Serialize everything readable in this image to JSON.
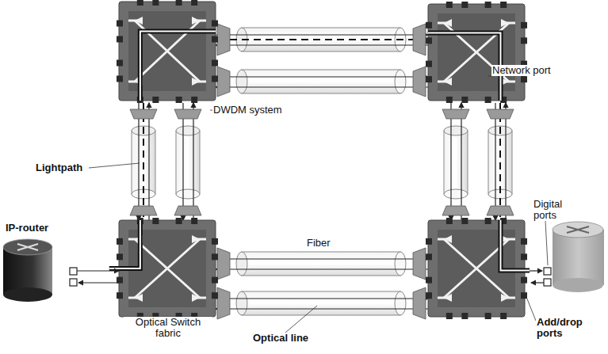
{
  "diagram": {
    "labels": [
      "Network port",
      "DWDM system",
      "Lightpath",
      "IP-router",
      "Fiber",
      "Digital ports",
      "Add/drop ports",
      "Optical Switch fabric",
      "Optical line"
    ]
  }
}
